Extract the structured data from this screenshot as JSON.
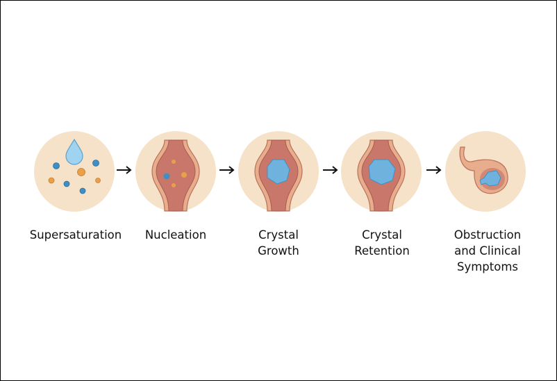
{
  "title": "Kidney stone formation stages",
  "steps": [
    {
      "id": "supersaturation",
      "label_lines": [
        "Supersaturation"
      ]
    },
    {
      "id": "nucleation",
      "label_lines": [
        "Nucleation"
      ]
    },
    {
      "id": "crystal-growth",
      "label_lines": [
        "Crystal",
        "Growth"
      ]
    },
    {
      "id": "crystal-retention",
      "label_lines": [
        "Crystal",
        "Retention"
      ]
    },
    {
      "id": "obstruction",
      "label_lines": [
        "Obstruction",
        "and Clinical",
        "Symptoms"
      ]
    }
  ],
  "colors": {
    "circle": "#f6e2c8",
    "tube_outer": "#e7ad8c",
    "tube_inner": "#c9776a",
    "crystal": "#6fb2dd",
    "blue_dot": "#3f8fc4",
    "orange_dot": "#e9a04a",
    "arrow": "#111111"
  }
}
